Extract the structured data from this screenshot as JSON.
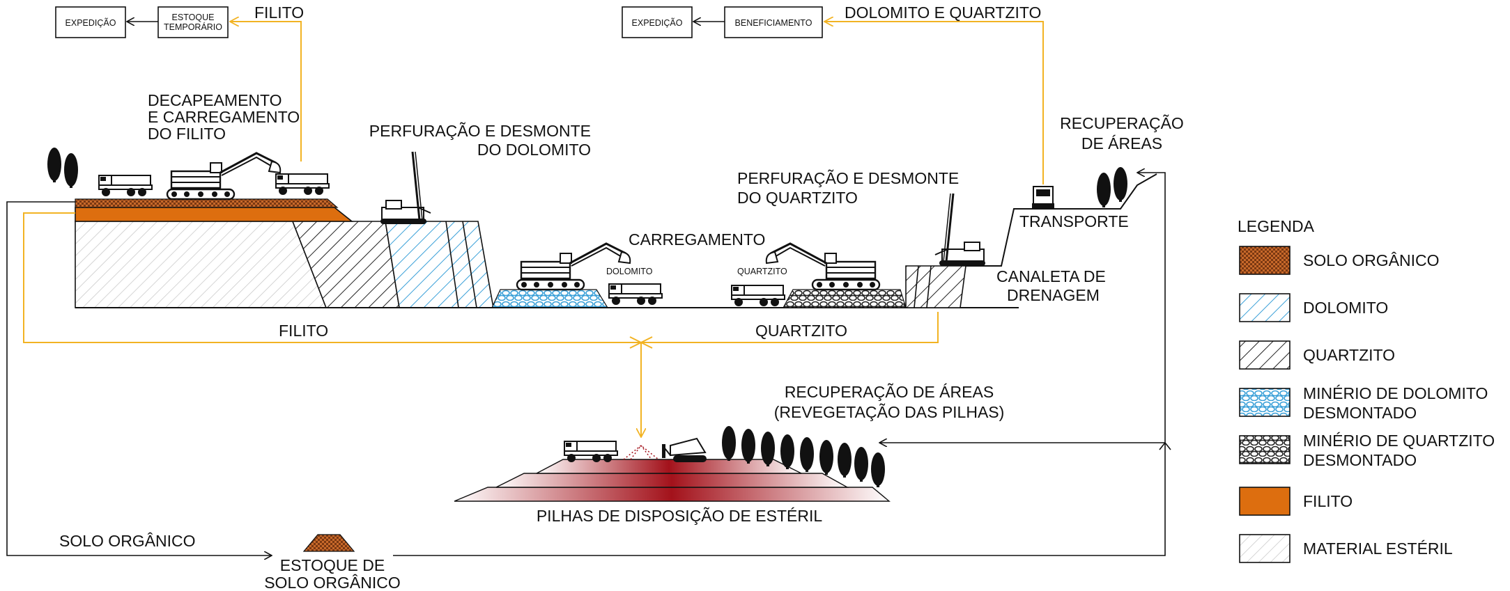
{
  "flow": {
    "left": {
      "expedicao": "EXPEDIÇÃO",
      "estoque_temporario_line1": "ESTOQUE",
      "estoque_temporario_line2": "TEMPORÁRIO",
      "product": "FILITO"
    },
    "right": {
      "expedicao": "EXPEDIÇÃO",
      "beneficiamento": "BENEFICIAMENTO",
      "product": "DOLOMITO E QUARTZITO"
    }
  },
  "labels": {
    "decapeamento": [
      "DECAPEAMENTO",
      "E CARREGAMENTO",
      "DO FILITO"
    ],
    "perfuracao_dolomito": [
      "PERFURAÇÃO E DESMONTE",
      "DO DOLOMITO"
    ],
    "perfuracao_quartzito": [
      "PERFURAÇÃO E DESMONTE",
      "DO QUARTZITO"
    ],
    "carregamento": "CARREGAMENTO",
    "truck_dolomito": "DOLOMITO",
    "truck_quartzito": "QUARTZITO",
    "recuperacao_top": [
      "RECUPERAÇÃO",
      "DE ÁREAS"
    ],
    "transporte": "TRANSPORTE",
    "canaleta": [
      "CANALETA DE",
      "DRENAGEM"
    ],
    "filito_flow": "FILITO",
    "quartzito_flow": "QUARTZITO",
    "recuperacao_pilhas": [
      "RECUPERAÇÃO DE ÁREAS",
      "(REVEGETAÇÃO DAS PILHAS)"
    ],
    "pilhas": "PILHAS DE DISPOSIÇÃO DE ESTÉRIL",
    "solo_organico_flow": "SOLO ORGÂNICO",
    "estoque_solo": [
      "ESTOQUE DE",
      "SOLO ORGÂNICO"
    ]
  },
  "legend": {
    "title": "LEGENDA",
    "items": [
      {
        "label": [
          "SOLO ORGÂNICO"
        ],
        "fill": "url(#pat-solo)"
      },
      {
        "label": [
          "DOLOMITO"
        ],
        "fill": "url(#pat-dolo)"
      },
      {
        "label": [
          "QUARTZITO"
        ],
        "fill": "url(#pat-quartz)"
      },
      {
        "label": [
          "MINÉRIO DE DOLOMITO",
          "DESMONTADO"
        ],
        "fill": "url(#pat-dolo-ore)"
      },
      {
        "label": [
          "MINÉRIO DE QUARTZITO",
          "DESMONTADO"
        ],
        "fill": "url(#pat-quartz-ore)"
      },
      {
        "label": [
          "FILITO"
        ],
        "fill": "#dd6e0f"
      },
      {
        "label": [
          "MATERIAL ESTÉRIL"
        ],
        "fill": "url(#pat-esteril)"
      }
    ]
  },
  "colors": {
    "filito": "#dd6e0f",
    "solo_organico": "#b85a1c",
    "dolomito_hatch": "#3aa0d8",
    "flow_line": "#f2b323",
    "pile_red": "#a3121b",
    "line": "#111111"
  },
  "icons": [
    "tree-icon",
    "dump-truck-icon",
    "excavator-icon",
    "drill-rig-icon",
    "bulldozer-icon",
    "front-truck-icon"
  ]
}
